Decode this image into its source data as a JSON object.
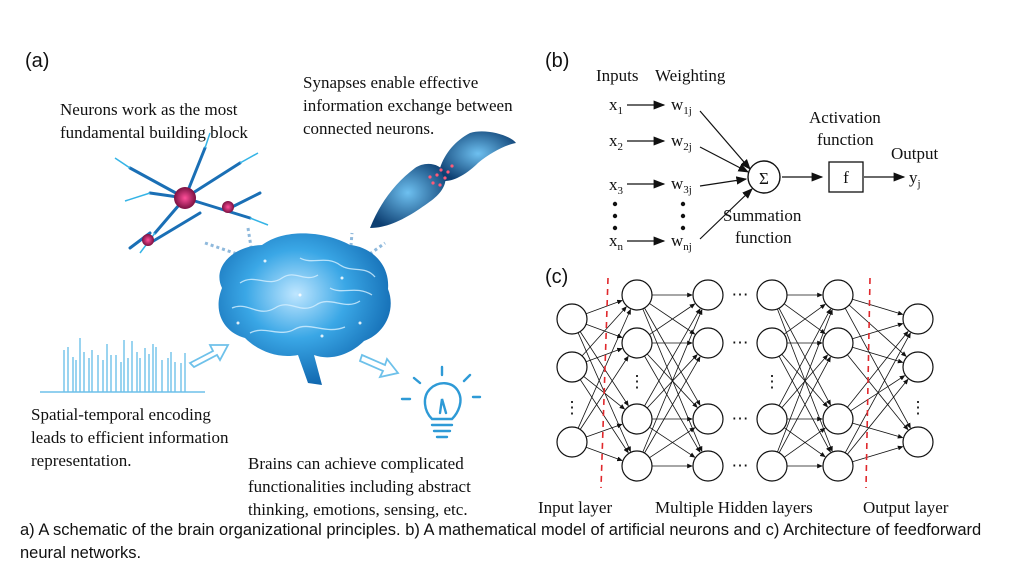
{
  "panels": {
    "a": {
      "label": "(a)",
      "neurons_text": [
        "Neurons work as the most",
        "fundamental building block"
      ],
      "synapses_text": [
        "Synapses enable effective",
        "information exchange between",
        "connected neurons."
      ],
      "encoding_text": [
        "Spatial-temporal encoding",
        "leads to efficient information",
        "representation."
      ],
      "brains_text": [
        "Brains can achieve complicated",
        "functionalities including abstract",
        "thinking, emotions, sensing, etc."
      ]
    },
    "b": {
      "label": "(b)",
      "inputs_header": "Inputs",
      "weighting_header": "Weighting",
      "inputs": [
        {
          "base": "x",
          "sub": "1",
          "w_sub": "1j"
        },
        {
          "base": "x",
          "sub": "2",
          "w_sub": "2j"
        },
        {
          "base": "x",
          "sub": "3",
          "w_sub": "3j"
        },
        {
          "base": "x",
          "sub": "n",
          "w_sub": "nj"
        }
      ],
      "weight_base": "w",
      "sum_symbol": "Σ",
      "summation_label": [
        "Summation",
        "function"
      ],
      "activation_label": [
        "Activation",
        "function"
      ],
      "activation_symbol": "f",
      "output_header": "Output",
      "output_base": "y",
      "output_sub": "j"
    },
    "c": {
      "label": "(c)",
      "input_layer_label": "Input layer",
      "hidden_layers_label": "Multiple Hidden layers",
      "output_layer_label": "Output layer",
      "ellipsis": "⋯",
      "vertical_ellipsis": "⋮"
    }
  },
  "caption": "a) A schematic of the brain organizational principles. b) A mathematical model of artificial neurons and c) Architecture of feedforward neural networks.",
  "colors": {
    "brain_blue": "#1f8fd6",
    "accent_blue": "#7cc3ea",
    "red_dash": "#e0282c",
    "ink": "#111111"
  }
}
